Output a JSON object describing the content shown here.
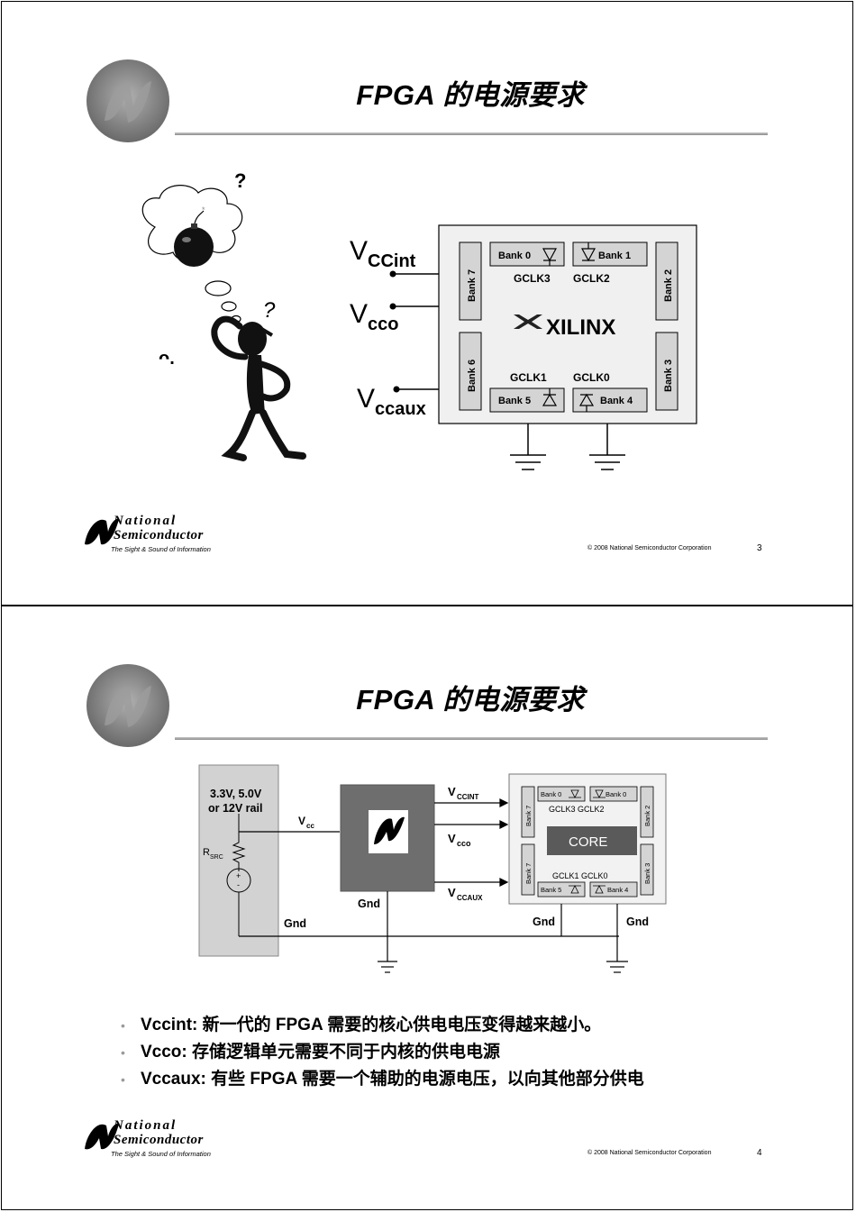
{
  "slides": [
    {
      "title": "FPGA 的电源要求",
      "page_number": "3",
      "copyright": "© 2008 National Semiconductor Corporation",
      "brand": {
        "line1": "National",
        "line2": "Semiconductor",
        "tagline": "The Sight & Sound of Information"
      },
      "cartoon": {
        "question_mark": "?",
        "question_mark_2": "?"
      },
      "rails": {
        "vccint": {
          "v": "V",
          "sub": "CCint"
        },
        "vcco": {
          "v": "V",
          "sub": "cco"
        },
        "vccaux": {
          "v": "V",
          "sub": "ccaux"
        }
      },
      "fpga": {
        "banks": {
          "b0": "Bank 0",
          "b1": "Bank 1",
          "b2": "Bank 2",
          "b3": "Bank 3",
          "b4": "Bank 4",
          "b5": "Bank 5",
          "b6": "Bank 6",
          "b7": "Bank 7"
        },
        "gclk": {
          "g0": "GCLK0",
          "g1": "GCLK1",
          "g2": "GCLK2",
          "g3": "GCLK3"
        },
        "logo_text": "XILINX"
      }
    },
    {
      "title": "FPGA 的电源要求",
      "page_number": "4",
      "copyright": "© 2008 National Semiconductor Corporation",
      "brand": {
        "line1": "National",
        "line2": "Semiconductor",
        "tagline": "The Sight & Sound of Information"
      },
      "diagram": {
        "source": {
          "line1": "3.3V, 5.0V",
          "line2": "or 12V rail",
          "rsrc": "R",
          "rsrc_sub": "SRC"
        },
        "vcc": {
          "v": "V",
          "sub": "cc"
        },
        "gnd": "Gnd",
        "out": {
          "vccint_v": "V",
          "vccint_sub": "CCINT",
          "vcco_v": "V",
          "vcco_sub": "cco",
          "vccaux_v": "V",
          "vccaux_sub": "CCAUX"
        },
        "fpga": {
          "b0": "Bank 0",
          "b0b": "Bank 0",
          "b2": "Bank 2",
          "b3": "Bank 3",
          "b4": "Bank 4",
          "b5": "Bank 5",
          "b7": "Bank 7",
          "b7b": "Bank 7",
          "gclk_top": "GCLK3 GCLK2",
          "gclk_bot": "GCLK1  GCLK0",
          "core": "CORE"
        }
      },
      "bullets": [
        "Vccint: 新一代的 FPGA 需要的核心供电电压变得越来越小。",
        "Vcco: 存储逻辑单元需要不同于内核的供电电源",
        "Vccaux: 有些 FPGA 需要一个辅助的电源电压，以向其他部分供电"
      ]
    }
  ]
}
